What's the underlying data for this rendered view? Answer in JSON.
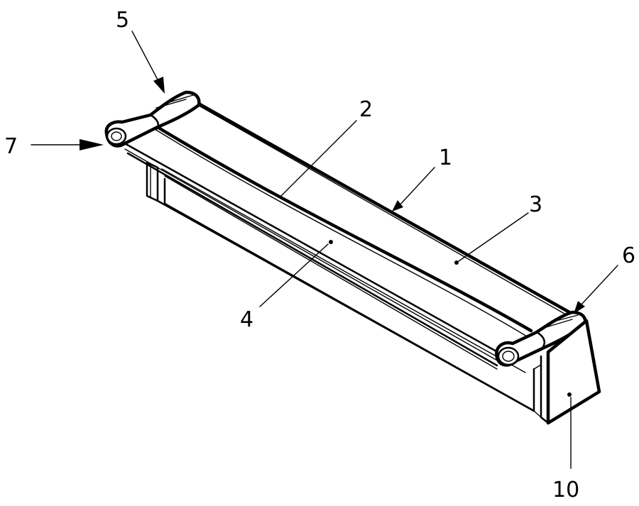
{
  "figure": {
    "labels": {
      "l1": "1",
      "l2": "2",
      "l3": "3",
      "l4": "4",
      "l5": "5",
      "l6": "6",
      "l7": "7",
      "l10": "10"
    }
  }
}
